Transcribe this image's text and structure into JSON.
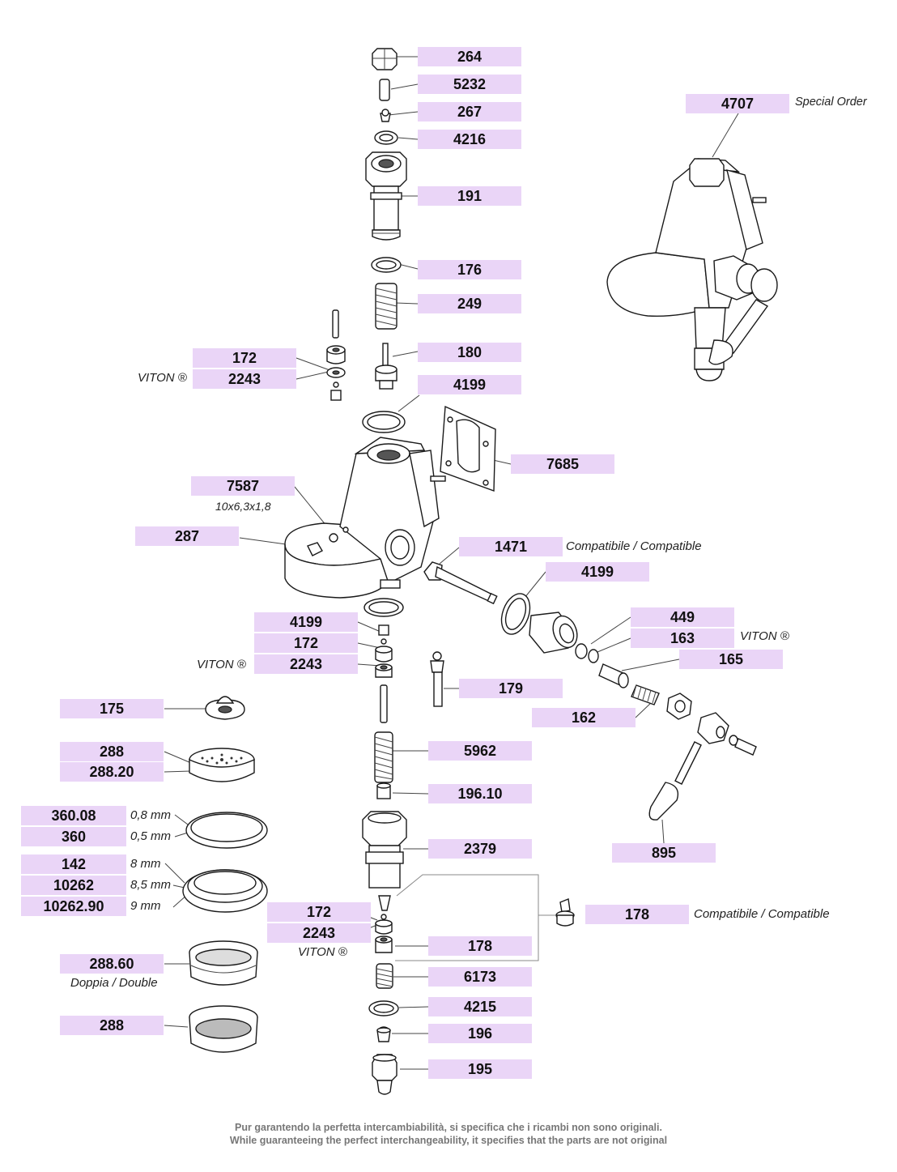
{
  "parts": [
    {
      "id": "p264",
      "number": "264"
    },
    {
      "id": "p5232",
      "number": "5232"
    },
    {
      "id": "p267",
      "number": "267"
    },
    {
      "id": "p4216",
      "number": "4216"
    },
    {
      "id": "p191",
      "number": "191"
    },
    {
      "id": "p176",
      "number": "176"
    },
    {
      "id": "p249",
      "number": "249"
    },
    {
      "id": "p180",
      "number": "180"
    },
    {
      "id": "p4199a",
      "number": "4199"
    },
    {
      "id": "p172a",
      "number": "172"
    },
    {
      "id": "p2243a",
      "number": "2243"
    },
    {
      "id": "p7685",
      "number": "7685"
    },
    {
      "id": "p7587",
      "number": "7587"
    },
    {
      "id": "p287",
      "number": "287"
    },
    {
      "id": "p1471",
      "number": "1471"
    },
    {
      "id": "p4199b",
      "number": "4199"
    },
    {
      "id": "p4199c",
      "number": "4199"
    },
    {
      "id": "p172b",
      "number": "172"
    },
    {
      "id": "p2243b",
      "number": "2243"
    },
    {
      "id": "p449",
      "number": "449"
    },
    {
      "id": "p163",
      "number": "163"
    },
    {
      "id": "p165",
      "number": "165"
    },
    {
      "id": "p179",
      "number": "179"
    },
    {
      "id": "p162",
      "number": "162"
    },
    {
      "id": "p175",
      "number": "175"
    },
    {
      "id": "p288a",
      "number": "288"
    },
    {
      "id": "p28820",
      "number": "288.20"
    },
    {
      "id": "p5962",
      "number": "5962"
    },
    {
      "id": "p19610",
      "number": "196.10"
    },
    {
      "id": "p36008",
      "number": "360.08"
    },
    {
      "id": "p360",
      "number": "360"
    },
    {
      "id": "p2379",
      "number": "2379"
    },
    {
      "id": "p895",
      "number": "895"
    },
    {
      "id": "p142",
      "number": "142"
    },
    {
      "id": "p10262",
      "number": "10262"
    },
    {
      "id": "p1026290",
      "number": "10262.90"
    },
    {
      "id": "p172c",
      "number": "172"
    },
    {
      "id": "p2243c",
      "number": "2243"
    },
    {
      "id": "p178a",
      "number": "178"
    },
    {
      "id": "p178b",
      "number": "178"
    },
    {
      "id": "p28860",
      "number": "288.60"
    },
    {
      "id": "p6173",
      "number": "6173"
    },
    {
      "id": "p4215",
      "number": "4215"
    },
    {
      "id": "p196",
      "number": "196"
    },
    {
      "id": "p288b",
      "number": "288"
    },
    {
      "id": "p195",
      "number": "195"
    },
    {
      "id": "p4707",
      "number": "4707"
    }
  ],
  "notes": {
    "special_order": "Special Order",
    "viton_1": "VITON ®",
    "viton_2": "VITON ®",
    "viton_3": "VITON ®",
    "viton_4": "VITON ®",
    "dim_7587": "10x6,3x1,8",
    "compat_1471": "Compatibile / Compatible",
    "compat_178": "Compatibile / Compatible",
    "mm_08": "0,8 mm",
    "mm_05": "0,5 mm",
    "mm_8": "8 mm",
    "mm_85": "8,5 mm",
    "mm_9": "9 mm",
    "doppia": "Doppia / Double"
  },
  "footer": {
    "line1": "Pur garantendo la perfetta intercambiabilità, si specifica che i ricambi non sono originali.",
    "line2": "While guaranteeing the perfect interchangeability, it specifies that the parts are not original"
  }
}
